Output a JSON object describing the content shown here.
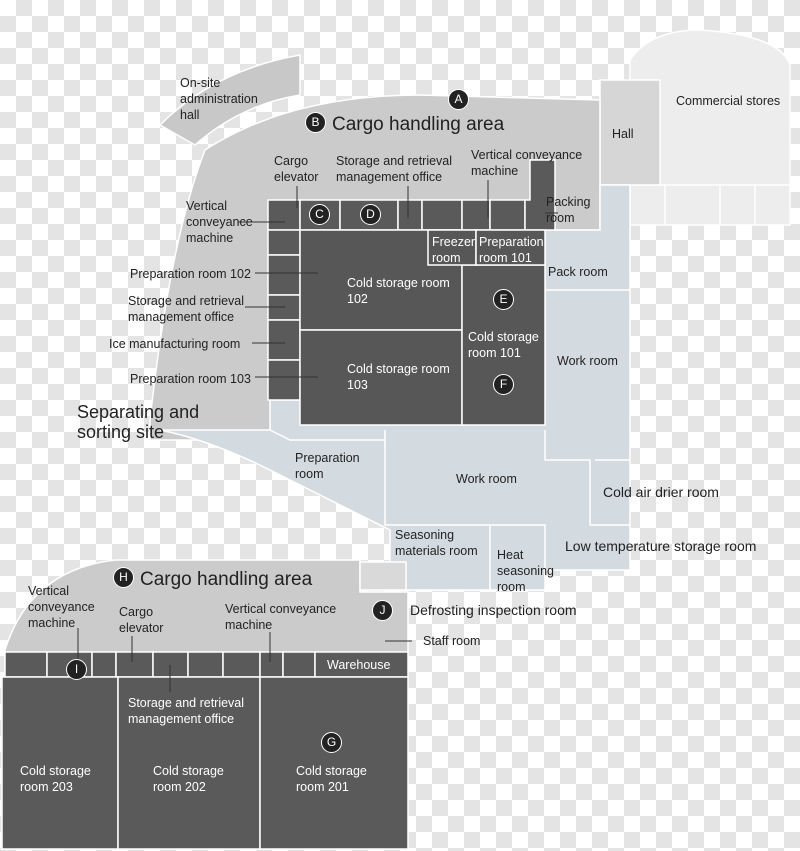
{
  "colors": {
    "building_light": "#cdcdcd",
    "dark_room": "#575757",
    "work_area": "#d4dce2",
    "commercial": "#ededed",
    "outline": "#ffffff"
  },
  "floor1": {
    "title": "Cargo handling area",
    "markers": {
      "a": "A",
      "b": "B",
      "c": "C",
      "d": "D",
      "e": "E",
      "f": "F"
    },
    "labels": {
      "admin_hall": "On-site\nadministration\nhall",
      "commercial": "Commercial stores",
      "hall": "Hall",
      "cargo_elevator": "Cargo\nelevator",
      "storage_office_top": "Storage and retrieval\nmanagement office",
      "vcm_top": "Vertical conveyance\nmachine",
      "vcm_left": "Vertical\nconveyance\nmachine",
      "packing": "Packing\nroom",
      "freezer": "Freezer\nroom",
      "prep101": "Preparation\nroom 101",
      "pack": "Pack room",
      "prep102": "Preparation room 102",
      "storage_office_left": "Storage and retrieval\nmanagement office",
      "ice": "Ice manufacturing room",
      "prep103": "Preparation room 103",
      "cold102": "Cold storage room\n102",
      "cold101": "Cold storage\nroom 101",
      "cold103": "Cold storage room\n103",
      "work_right": "Work room",
      "separating": "Separating and\nsorting site",
      "prep_room": "Preparation\nroom",
      "work_bottom": "Work room",
      "cold_air": "Cold air drier room",
      "seasoning": "Seasoning\nmaterials room",
      "heat": "Heat\nseasoning\nroom",
      "low_temp": "Low temperature storage room"
    }
  },
  "floor2": {
    "title": "Cargo handling area",
    "markers": {
      "h": "H",
      "i": "I",
      "g": "G",
      "j": "J"
    },
    "labels": {
      "vcm_left": "Vertical\nconveyance\nmachine",
      "cargo_elevator": "Cargo\nelevator",
      "vcm_right": "Vertical conveyance\nmachine",
      "defrost": "Defrosting inspection room",
      "staff": "Staff room",
      "warehouse": "Warehouse",
      "storage_office": "Storage and retrieval\nmanagement office",
      "cold203": "Cold storage\nroom 203",
      "cold202": "Cold storage\nroom 202",
      "cold201": "Cold storage\nroom 201"
    }
  }
}
